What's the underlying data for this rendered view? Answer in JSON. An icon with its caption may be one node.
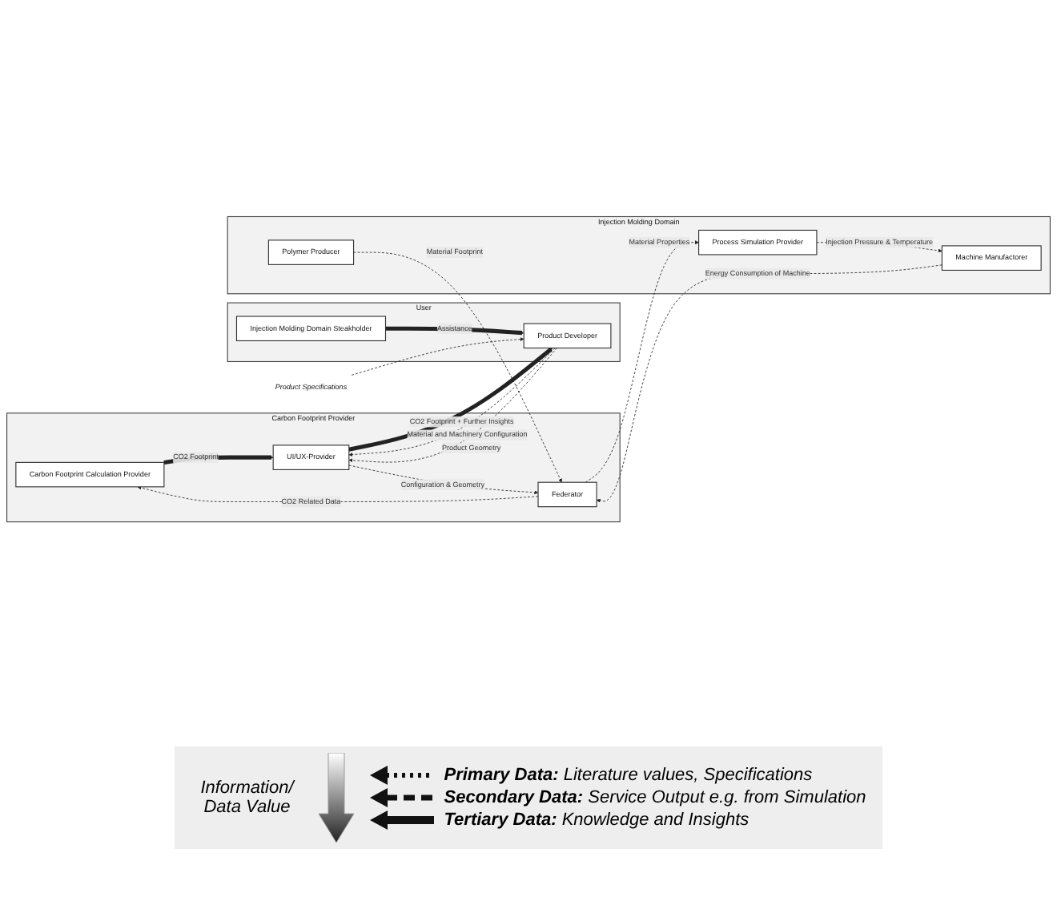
{
  "diagram": {
    "nodes": [
      {
        "text": [
          "Carbon Footprint Provider"
        ]
      },
      {
        "text": [
          "Carbon Footprint Calculation Provider"
        ],
        "in": 0
      },
      {
        "text": [
          "UI/UX-Provider"
        ],
        "in": 0
      },
      {
        "text": [
          "Federator"
        ],
        "in": 0
      },
      {
        "text": [
          "User"
        ]
      },
      {
        "text": [
          "Product Developer"
        ],
        "in": 4
      },
      {
        "text": [
          "Injection Molding Domain Steakholder"
        ],
        "in": 4
      },
      {
        "text": [
          "Injection Molding Domain"
        ]
      },
      {
        "text": [
          "Polymer Producer"
        ],
        "in": 7
      },
      {
        "text": [
          "Process Simulation Provider"
        ],
        "in": 7
      },
      {
        "text": [
          "Machine Manufactorer"
        ],
        "in": 7
      },
      {
        "text": [
          "Product Specifications"
        ]
      }
    ],
    "edges": [
      {
        "from": 1,
        "to": 2,
        "arrow": "to",
        "label": "CO2 Footprint",
        "style": "thick"
      },
      {
        "from": 5,
        "to": 2,
        "arrow": "to",
        "label": "Material and Machinery Configuration",
        "style": "dashed"
      },
      {
        "from": 5,
        "to": 2,
        "arrow": "to",
        "label": "Product Geometry",
        "style": "dashed"
      },
      {
        "from": 2,
        "to": 5,
        "arrow": "to",
        "label": "CO2 Footprint + Further Insights",
        "style": "thick"
      },
      {
        "from": 6,
        "to": 5,
        "arrow": "to",
        "label": "Assistance",
        "style": "thick"
      },
      {
        "from": 3,
        "to": 1,
        "arrow": "to",
        "label": "CO2 Related Data",
        "style": "dashed"
      },
      {
        "from": 2,
        "to": 3,
        "arrow": "to",
        "label": "Configuration & Geometry",
        "style": "dashed"
      },
      {
        "from": 8,
        "to": 3,
        "arrow": "to",
        "label": "Material Footprint",
        "style": "dashed"
      },
      {
        "from": 3,
        "to": 9,
        "arrow": "to",
        "label": "Material Properties",
        "style": "dashed"
      },
      {
        "from": 9,
        "to": 10,
        "arrow": "to",
        "label": "Injection Pressure & Temperature",
        "style": "dashed"
      },
      {
        "from": 10,
        "to": 3,
        "arrow": "to",
        "label": "Energy Consumption of Machine",
        "style": "dashed"
      },
      {
        "from": 11,
        "to": 5,
        "arrow": "to",
        "style": "dashed"
      }
    ],
    "labels": [
      "Information/ Data Value"
    ],
    "legend": [
      {
        "text": "**Primary Data:** Literature values, Specifications"
      },
      {
        "text": "**Secondary Data:** Service Output e.g. from Simulation"
      },
      {
        "text": "**Tertiary Data:** Knowledge and Insights"
      }
    ]
  }
}
